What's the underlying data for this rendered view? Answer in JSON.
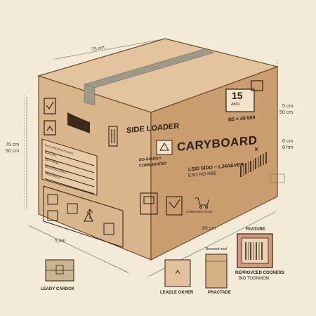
{
  "box": {
    "top_dimension": "75 cm",
    "left_dimension": "75 cm",
    "left_dimension_2": "50 cm",
    "right_dimension_1": "5 cm",
    "right_dimension_2": "50 cm",
    "right_dimension_3": "6 cm",
    "right_dimension_4": "6 hm",
    "bottom_left_dimension": "5,9m",
    "bottom_dimension": "65 cm",
    "side_heading": "SIDE LOADER",
    "brand": "CARYBOARD",
    "sub_line": "LSID SIDO ~ LJ4AEVER",
    "sub_line_2": "ESO NO HBE",
    "size_code": "B5 × 40 500",
    "badge_number": "15",
    "badge_sub": "ABOL",
    "recycle_text_1": "EO-SHUDLY",
    "recycle_text_2": "CORRUGATED",
    "cart_caption": "CORRODUCTION",
    "form_lines": [
      "BOX PROPOSITIONS",
      "MAILING",
      "BATCHING",
      "BOXTRACKINGS",
      "SHIPPINGS"
    ]
  },
  "insets": [
    {
      "caption": "LEADY CARDOX"
    },
    {
      "caption": "LEADLE GKHER"
    },
    {
      "caption": "PRACTADE",
      "top_label": "Boexsed seal"
    },
    {
      "caption": "REPROVCED COONERS",
      "caption_2": "BIO TOGNMON",
      "top_label": "FEATURE"
    }
  ],
  "colors": {
    "background": "#f4ead8",
    "cardboard": "#d9b58b",
    "cardboard_side": "#c99d6e",
    "cardboard_top": "#e3c49e",
    "tape": "#9c9a86",
    "ink": "#2a2015"
  }
}
